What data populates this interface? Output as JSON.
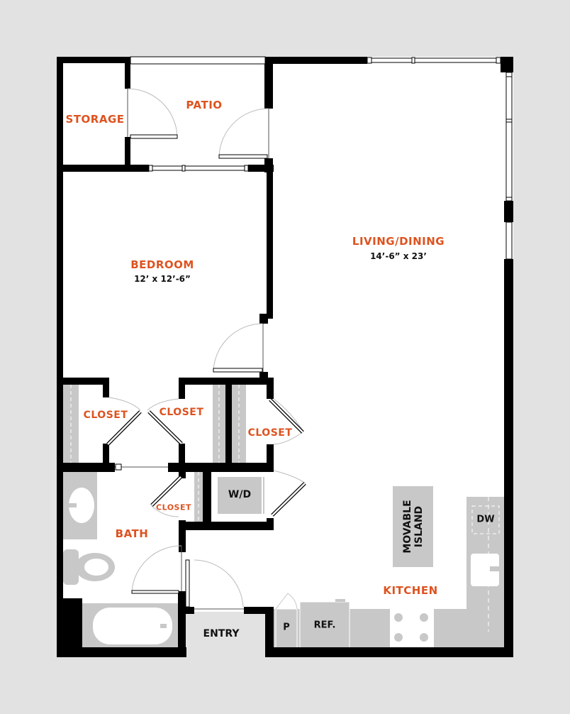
{
  "rooms": {
    "storage": {
      "label": "STORAGE"
    },
    "patio": {
      "label": "PATIO"
    },
    "living_dining": {
      "label": "LIVING/DINING",
      "dimensions": "14’-6” x 23’"
    },
    "bedroom": {
      "label": "BEDROOM",
      "dimensions": "12’ x 12’-6”"
    },
    "closet_left": {
      "label": "CLOSET"
    },
    "closet_middle": {
      "label": "CLOSET"
    },
    "closet_right": {
      "label": "CLOSET"
    },
    "closet_bath": {
      "label": "CLOSET"
    },
    "bath": {
      "label": "BATH"
    },
    "kitchen": {
      "label": "KITCHEN"
    },
    "entry": {
      "label": "ENTRY"
    }
  },
  "fixtures": {
    "washer_dryer": "W/D",
    "island": {
      "line1": "MOVABLE",
      "line2": "ISLAND"
    },
    "dishwasher": "DW",
    "refrigerator": "REF.",
    "pantry": "P"
  },
  "colors": {
    "background": "#e2e2e2",
    "wall": "#000000",
    "floor": "#ffffff",
    "fixture": "#c8c8c8",
    "entry_floor": "#e2e2e2",
    "room_label": "#dd5320",
    "text": "#111111"
  }
}
